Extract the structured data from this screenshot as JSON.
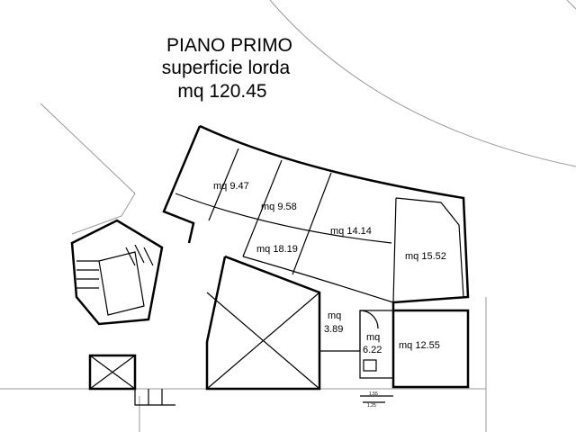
{
  "title": {
    "line1": "PIANO PRIMO",
    "line2": "superficie lorda",
    "line3": "mq 120.45"
  },
  "rooms": [
    {
      "label": "mq 9.47"
    },
    {
      "label": "mq 9.58"
    },
    {
      "label": "mq 14.14"
    },
    {
      "label": "mq 18.19"
    },
    {
      "label": "mq 15.52"
    },
    {
      "label_line1": "mq",
      "label_line2": "3.89"
    },
    {
      "label_line1": "mq",
      "label_line2": "6.22"
    },
    {
      "label": "mq 12.55"
    }
  ],
  "dimensions": [
    "1.55",
    "1.25"
  ]
}
